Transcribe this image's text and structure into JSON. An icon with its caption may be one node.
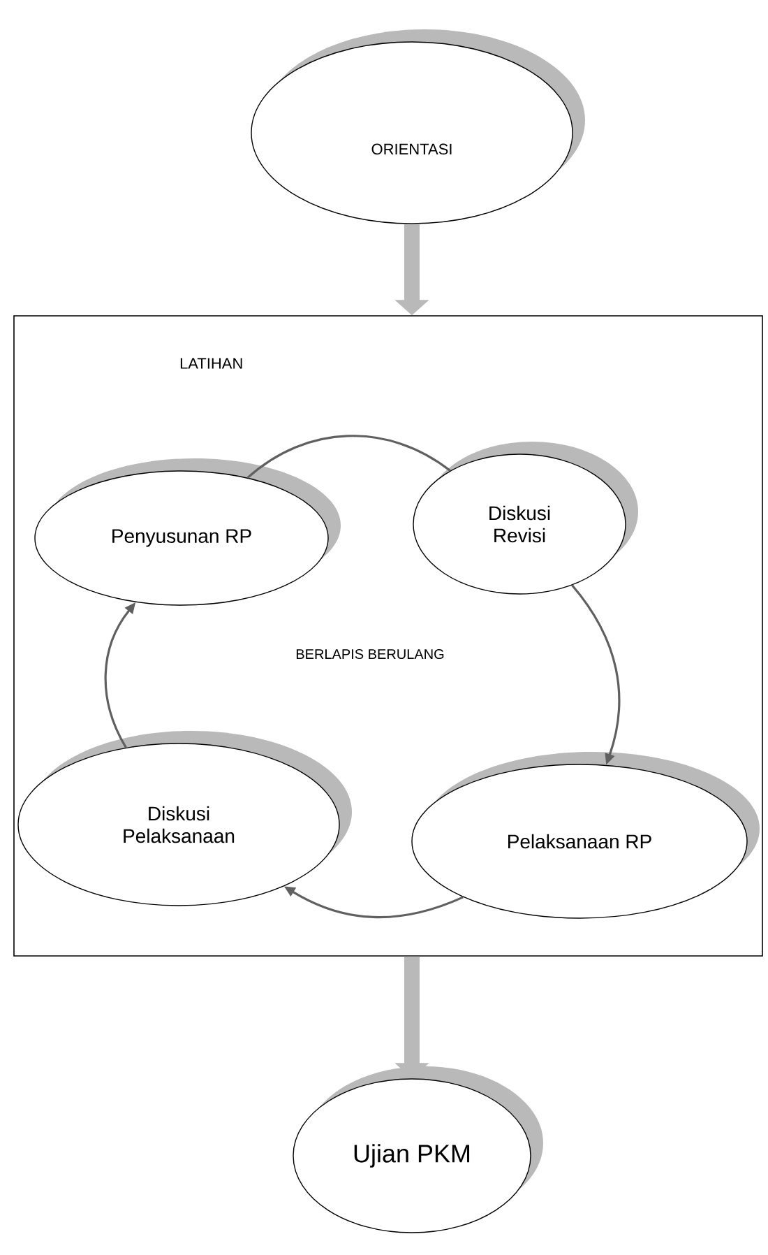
{
  "diagram": {
    "nodes": [
      {
        "text": [
          "ORIENTASI"
        ]
      },
      {
        "text": [
          "LATIHAN"
        ]
      },
      {
        "text": [
          "Penyusunan RP"
        ],
        "in": 1
      },
      {
        "text": [
          "Diskusi Revisi"
        ],
        "in": 1
      },
      {
        "text": [
          "Pelaksanaan RP"
        ],
        "in": 1
      },
      {
        "text": [
          "Diskusi Pelaksanaan"
        ],
        "in": 1
      },
      {
        "text": [
          "Ujian PKM"
        ]
      }
    ],
    "edges": [
      {
        "from": 0,
        "to": 1,
        "arrow": "to",
        "style": "thick"
      },
      {
        "from": 2,
        "to": 3,
        "arrow": "none"
      },
      {
        "from": 3,
        "to": 4,
        "arrow": "to"
      },
      {
        "from": 4,
        "to": 5,
        "arrow": "to"
      },
      {
        "from": 5,
        "to": 2,
        "arrow": "to"
      },
      {
        "from": 1,
        "to": 6,
        "arrow": "to",
        "style": "thick"
      }
    ],
    "labels": [
      "BERLAPIS BERULANG"
    ]
  }
}
